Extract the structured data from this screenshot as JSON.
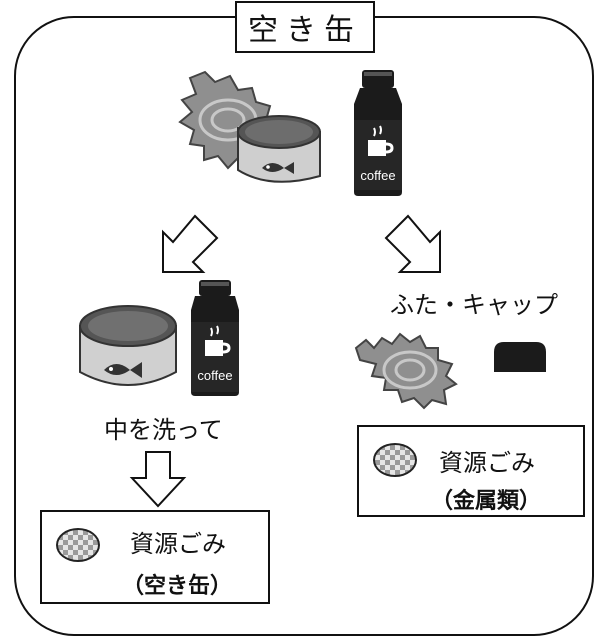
{
  "title": "空き缶",
  "instructions": {
    "cap_label": "ふた・キャップ",
    "wash_label": "中を洗って"
  },
  "results": {
    "left": {
      "line1": "資源ごみ",
      "line2": "（空き缶）"
    },
    "right": {
      "line1": "資源ごみ",
      "line2": "（金属類）"
    }
  },
  "labels": {
    "coffee_top": "coffee",
    "coffee_bottom": "coffee"
  },
  "colors": {
    "bottle_dark": "#1b1b1b",
    "lid_gray": "#8f8f8f",
    "can_gray": "#bdbdbd",
    "checker_dark": "#9a9a9a"
  },
  "icons": {
    "open_can": "open-can-with-lid-icon",
    "bottle": "coffee-bottle-icon",
    "washed_can": "washed-can-icon",
    "lid": "jagged-lid-icon",
    "cap": "bottle-cap-icon",
    "arrow_down_left": "arrow-down-left-icon",
    "arrow_down_right": "arrow-down-right-icon",
    "arrow_down": "arrow-down-icon",
    "checker": "checker-mark-icon"
  }
}
